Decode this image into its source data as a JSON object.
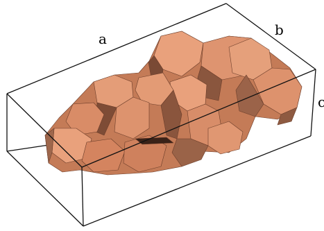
{
  "diagram": {
    "axis_labels": {
      "a": "a",
      "b": "b",
      "c": "c"
    },
    "colors": {
      "box_edge": "#111111",
      "cluster_fill": "#d98a63",
      "cluster_light": "#e9a17c",
      "cluster_dark": "#7a4a35",
      "background": "#ffffff"
    }
  }
}
